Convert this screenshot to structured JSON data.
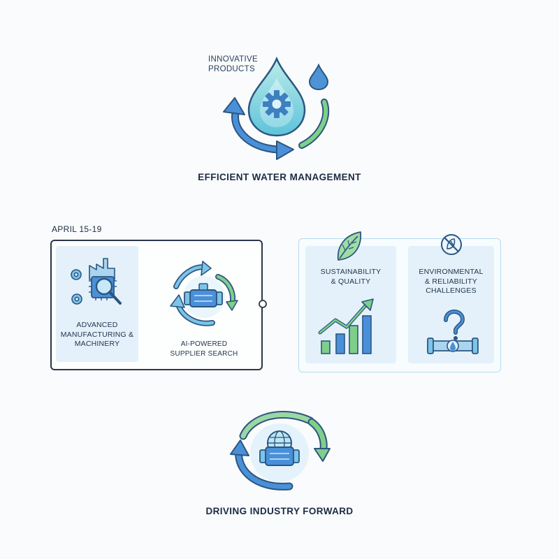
{
  "header": {
    "caption_line1": "INNOVATIVE",
    "caption_line2": "PRODUCTS",
    "title": "EFFICIENT WATER MANAGEMENT"
  },
  "event": {
    "date": "APRIL 15-19"
  },
  "left_panels": [
    {
      "lines": [
        "ADVANCED",
        "MANUFACTURING &",
        "MACHINERY"
      ],
      "icon": "factory-inspection-icon"
    },
    {
      "lines": [
        "AI-POWERED",
        "SUPPLIER SEARCH"
      ],
      "icon": "pump-cycle-icon"
    }
  ],
  "right_panels": [
    {
      "lines": [
        "SUSTAINABILITY",
        "& QUALITY"
      ],
      "icon": "leaf-growth-chart-icon"
    },
    {
      "lines": [
        "ENVIRONMENTAL",
        "& RELIABILITY",
        "CHALLENGES"
      ],
      "icon": "pipe-question-icon"
    }
  ],
  "footer": {
    "title": "DRIVING INDUSTRY FORWARD"
  },
  "colors": {
    "blue": "#4a90d9",
    "light_blue": "#7cc4e8",
    "green": "#7fcf8a",
    "dark": "#1e2d45",
    "panel": "#e4f1fb"
  }
}
